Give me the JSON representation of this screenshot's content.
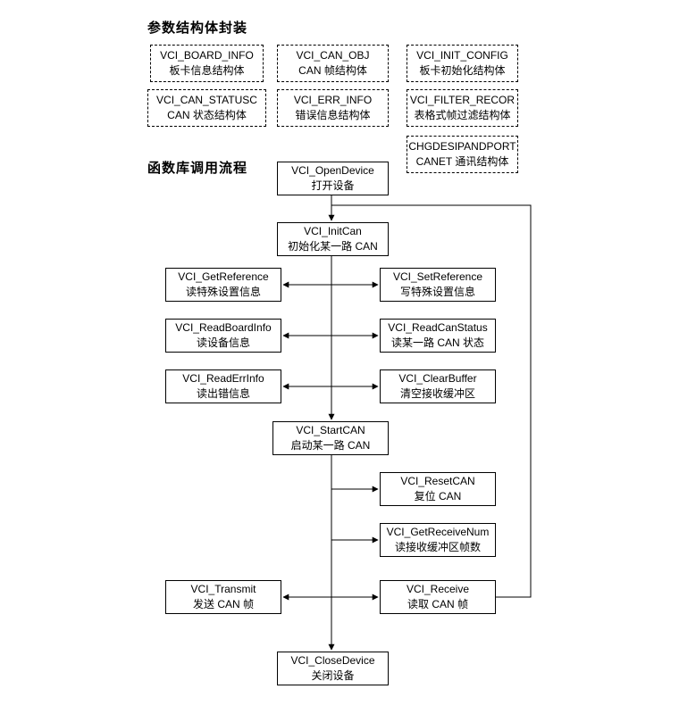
{
  "titles": {
    "structs": "参数结构体封装",
    "flow": "函数库调用流程"
  },
  "colors": {
    "line": "#000000",
    "background": "#ffffff",
    "text": "#000000"
  },
  "struct_boxes": [
    {
      "name": "VCI_BOARD_INFO",
      "desc": "板卡信息结构体"
    },
    {
      "name": "VCI_CAN_OBJ",
      "desc": "CAN 帧结构体"
    },
    {
      "name": "VCI_INIT_CONFIG",
      "desc": "板卡初始化结构体"
    },
    {
      "name": "VCI_CAN_STATUSC",
      "desc": "CAN 状态结构体"
    },
    {
      "name": "VCI_ERR_INFO",
      "desc": "错误信息结构体"
    },
    {
      "name": "VCI_FILTER_RECOR",
      "desc": "表格式帧过滤结构体"
    },
    {
      "name": "CHGDESIPANDPORT",
      "desc": "CANET 通讯结构体"
    }
  ],
  "flow_boxes": [
    {
      "name": "VCI_OpenDevice",
      "desc": "打开设备"
    },
    {
      "name": "VCI_InitCan",
      "desc": "初始化某一路 CAN"
    },
    {
      "name": "VCI_GetReference",
      "desc": "读特殊设置信息"
    },
    {
      "name": "VCI_SetReference",
      "desc": "写特殊设置信息"
    },
    {
      "name": "VCI_ReadBoardInfo",
      "desc": "读设备信息"
    },
    {
      "name": "VCI_ReadCanStatus",
      "desc": "读某一路 CAN 状态"
    },
    {
      "name": "VCI_ReadErrInfo",
      "desc": "读出错信息"
    },
    {
      "name": "VCI_ClearBuffer",
      "desc": "清空接收缓冲区"
    },
    {
      "name": "VCI_StartCAN",
      "desc": "启动某一路 CAN"
    },
    {
      "name": "VCI_ResetCAN",
      "desc": "复位 CAN"
    },
    {
      "name": "VCI_GetReceiveNum",
      "desc": "读接收缓冲区帧数"
    },
    {
      "name": "VCI_Transmit",
      "desc": "发送 CAN 帧"
    },
    {
      "name": "VCI_Receive",
      "desc": "读取 CAN 帧"
    },
    {
      "name": "VCI_CloseDevice",
      "desc": "关闭设备"
    }
  ]
}
